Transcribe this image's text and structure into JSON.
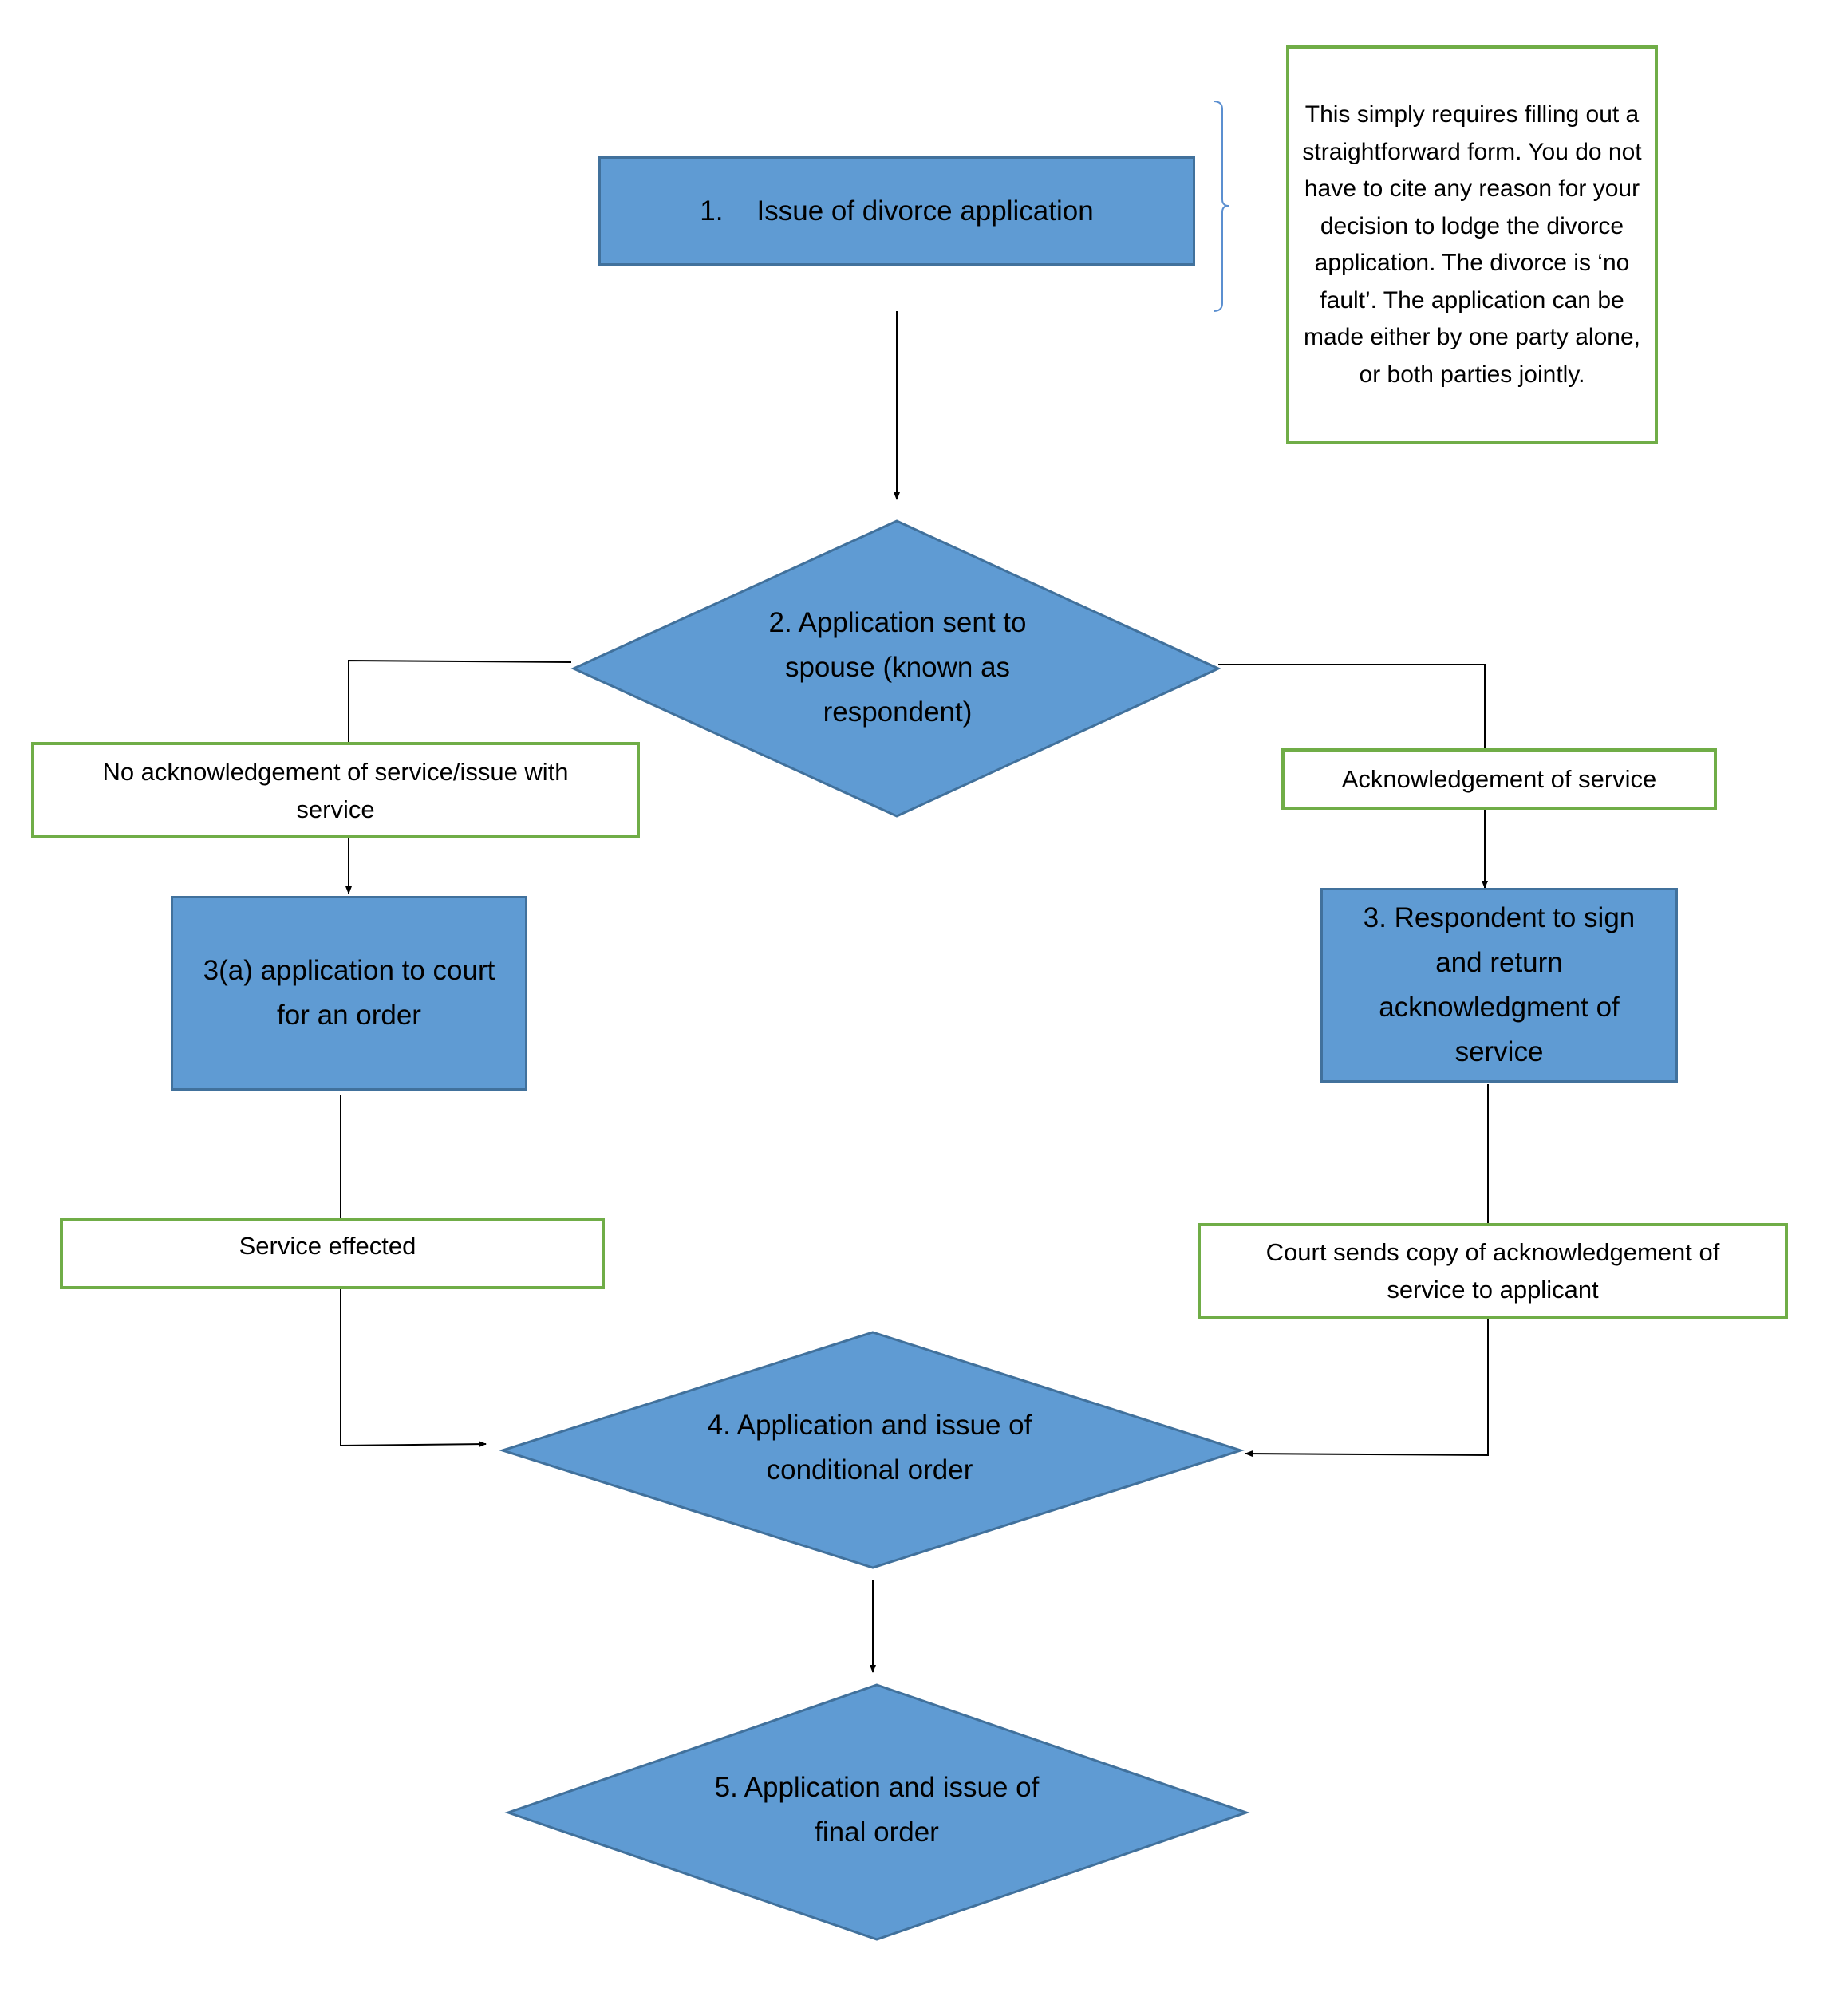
{
  "nodes": {
    "step1": {
      "number": "1.",
      "label": "Issue of divorce application"
    },
    "note": {
      "text": "This simply requires filling out a straightforward form. You do not have to cite any reason for your decision to lodge the divorce application. The divorce is ‘no fault’. The application can be made either by one party alone, or both parties jointly."
    },
    "step2": {
      "label": "2. Application sent to spouse (known as respondent)"
    },
    "no_ack": {
      "label": "No acknowledgement of service/issue with service"
    },
    "ack": {
      "label": "Acknowledgement of service"
    },
    "step3a": {
      "label": "3(a) application to court for an order"
    },
    "step3": {
      "label": "3. Respondent to sign and return acknowledgment of service"
    },
    "service_effected": {
      "label": "Service effected"
    },
    "court_sends": {
      "label": "Court sends copy of acknowledgement of service to applicant"
    },
    "step4": {
      "label": "4. Application and issue of conditional order"
    },
    "step5": {
      "label": "5. Application and issue of final order"
    }
  },
  "colors": {
    "process_fill": "#5f9bd3",
    "process_border": "#41719c",
    "annotation_border": "#70ad47",
    "connector": "#000000",
    "bracket": "#5b8fd0"
  }
}
